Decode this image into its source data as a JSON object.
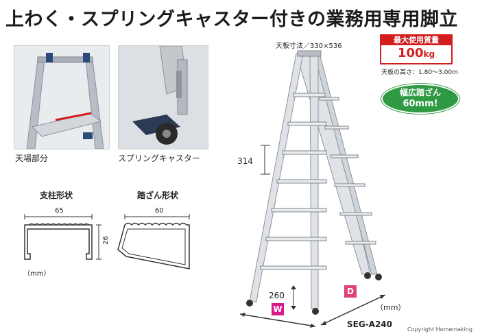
{
  "title": "上わく・スプリングキャスター付きの業務用専用脚立",
  "photos": {
    "top_caption": "天場部分",
    "caster_caption": "スプリングキャスター"
  },
  "pillar_shape": {
    "title": "支柱形状",
    "width": "65",
    "height": "26",
    "unit": "（mm）"
  },
  "step_shape": {
    "title": "踏ざん形状",
    "width": "60"
  },
  "ladder": {
    "top_size": "天板寸法／330×536",
    "step_pitch": "314",
    "bottom_gap": "260",
    "label_w": "W",
    "label_d": "D",
    "unit": "（mm）",
    "model": "SEG-A240"
  },
  "badge_load": {
    "header": "最大使用質量",
    "value": "100",
    "unit": "kg"
  },
  "height_range": "天板の高さ：1.80〜3.00m",
  "badge_step": {
    "line1": "幅広踏ざん",
    "line2": "60mm!"
  },
  "copyright": "Copyright Homemaking",
  "colors": {
    "red": "#d21e1e",
    "green": "#2f9a43",
    "magenta": "#d81b8b"
  }
}
